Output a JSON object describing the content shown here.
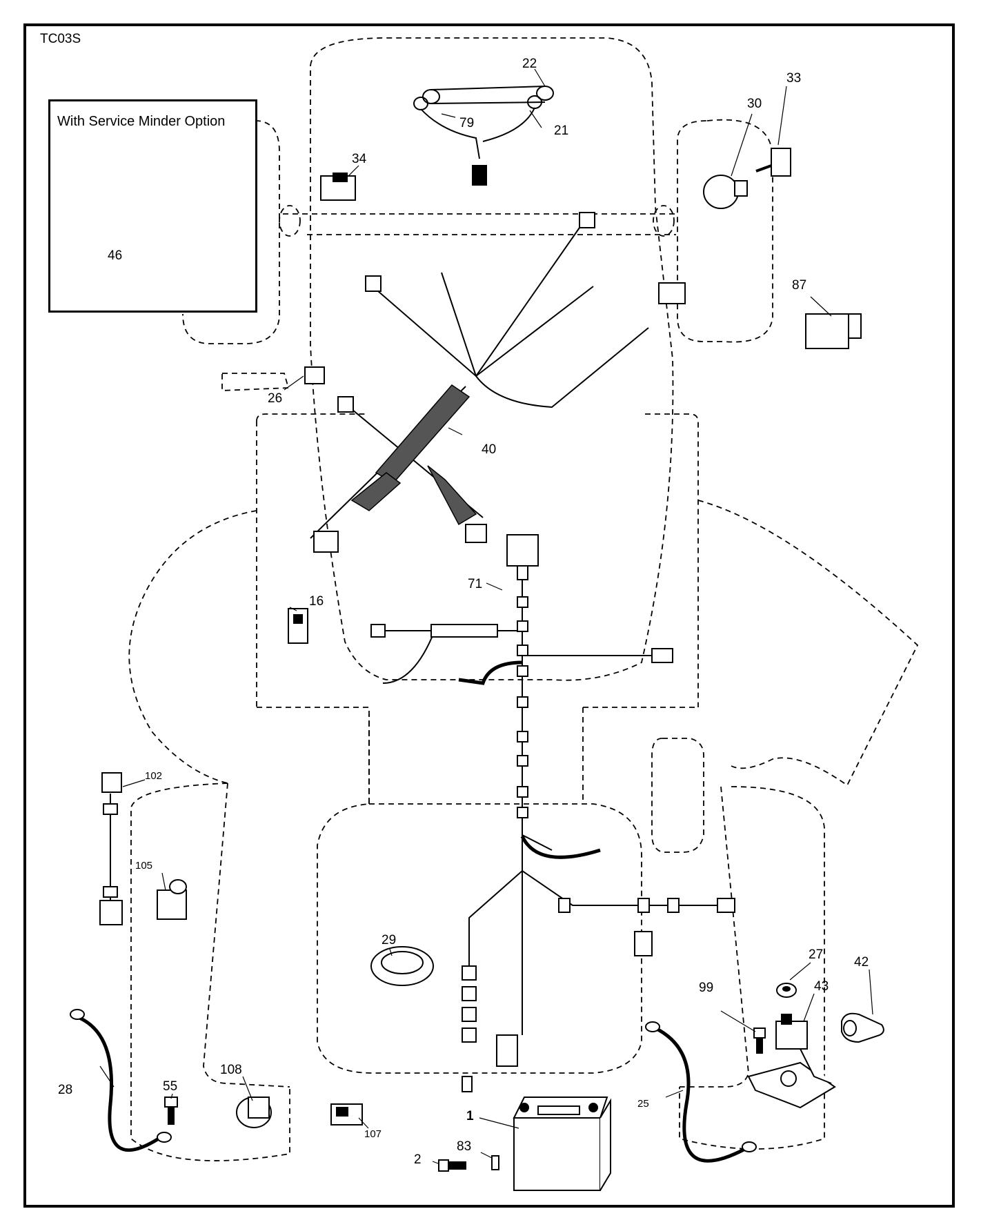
{
  "sheet_id": "TC03S",
  "option_box": {
    "title": "With Service Minder Option"
  },
  "colors": {
    "line": "#000000",
    "background": "#ffffff"
  },
  "callouts": {
    "c1": "1",
    "c2": "2",
    "c16": "16",
    "c21": "21",
    "c22": "22",
    "c25": "25",
    "c26": "26",
    "c27": "27",
    "c28": "28",
    "c29": "29",
    "c30": "30",
    "c33": "33",
    "c34": "34",
    "c40": "40",
    "c42": "42",
    "c43": "43",
    "c46": "46",
    "c55": "55",
    "c71": "71",
    "c79": "79",
    "c83": "83",
    "c87": "87",
    "c99": "99",
    "c102": "102",
    "c105": "105",
    "c107": "107",
    "c108": "108"
  }
}
